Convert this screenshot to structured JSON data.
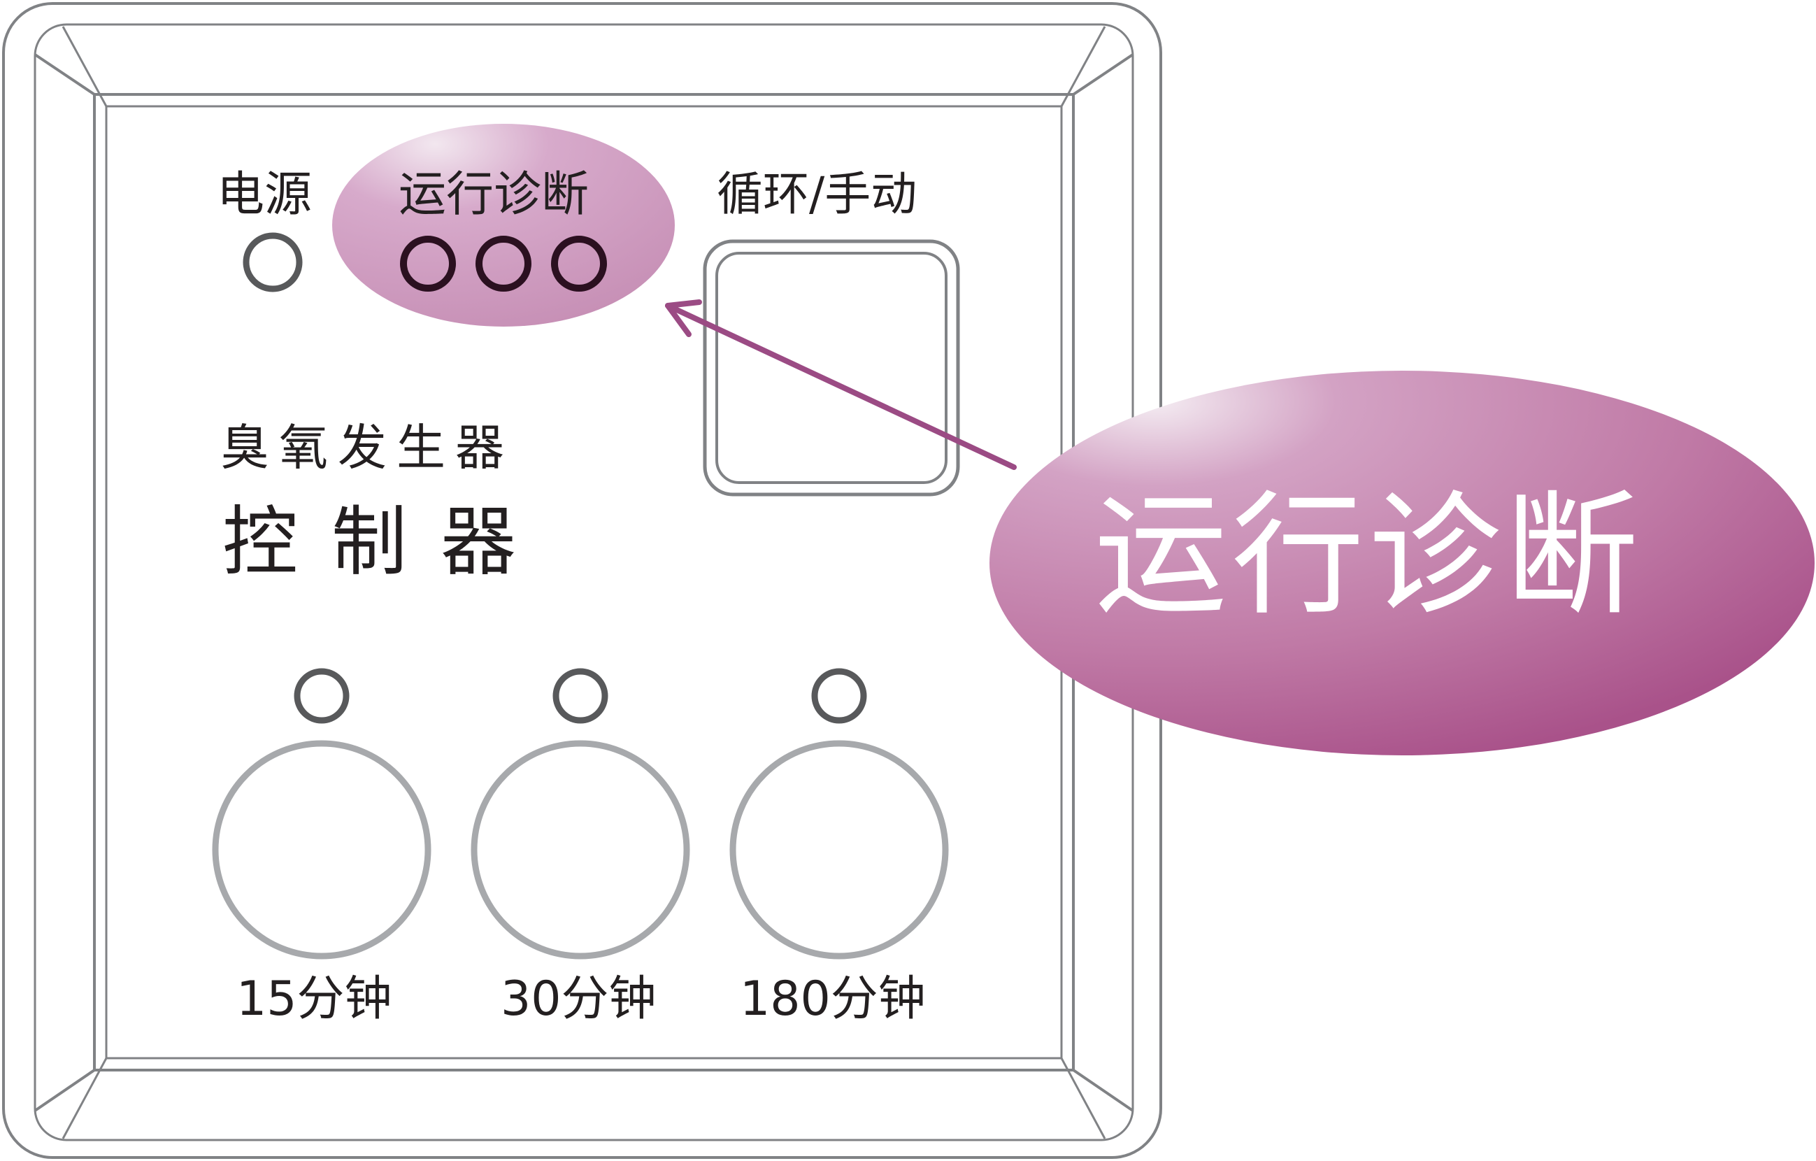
{
  "panel": {
    "power_label": "电源",
    "diagnosis_label": "运行诊断",
    "cycle_manual_label": "循环/手动",
    "product_name_line1": "臭氧发生器",
    "product_name_line2": "控制器",
    "timer_15_label": "15分钟",
    "timer_30_label": "30分钟",
    "timer_180_label": "180分钟"
  },
  "callout": {
    "label": "运行诊断"
  },
  "colors": {
    "accent": "#a8558c",
    "highlight": "#c48bb2",
    "outline": "#6d6e70",
    "button_outline": "#a7a9ac",
    "text": "#231f20"
  }
}
